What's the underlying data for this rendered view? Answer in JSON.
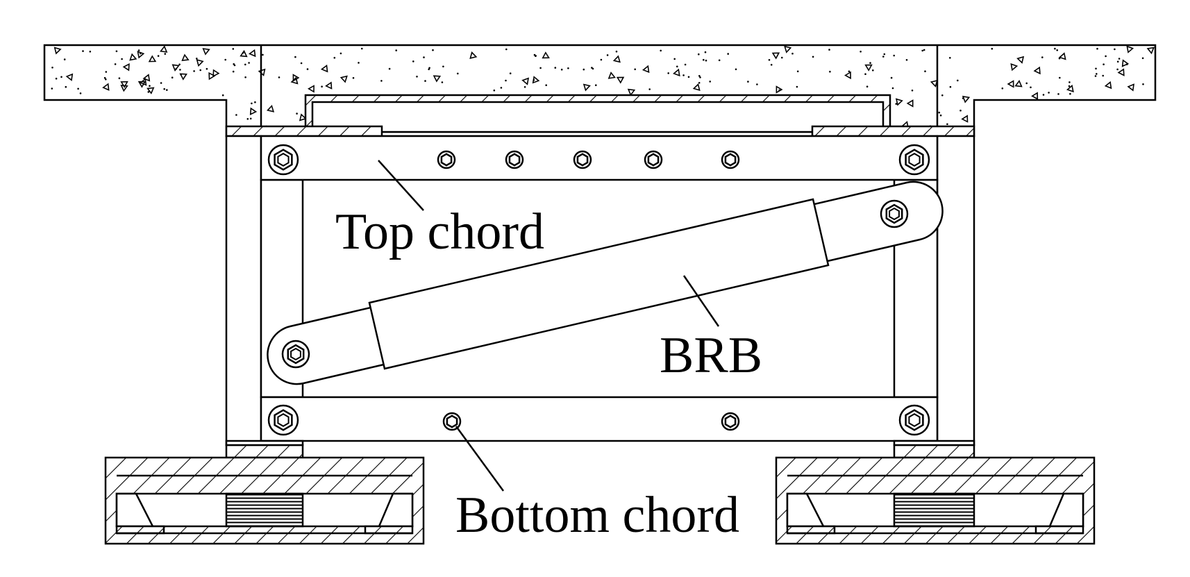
{
  "labels": {
    "top_chord": "Top chord",
    "brb": "BRB",
    "bottom_chord": "Bottom chord"
  },
  "colors": {
    "line": "#000000",
    "background": "#ffffff"
  }
}
